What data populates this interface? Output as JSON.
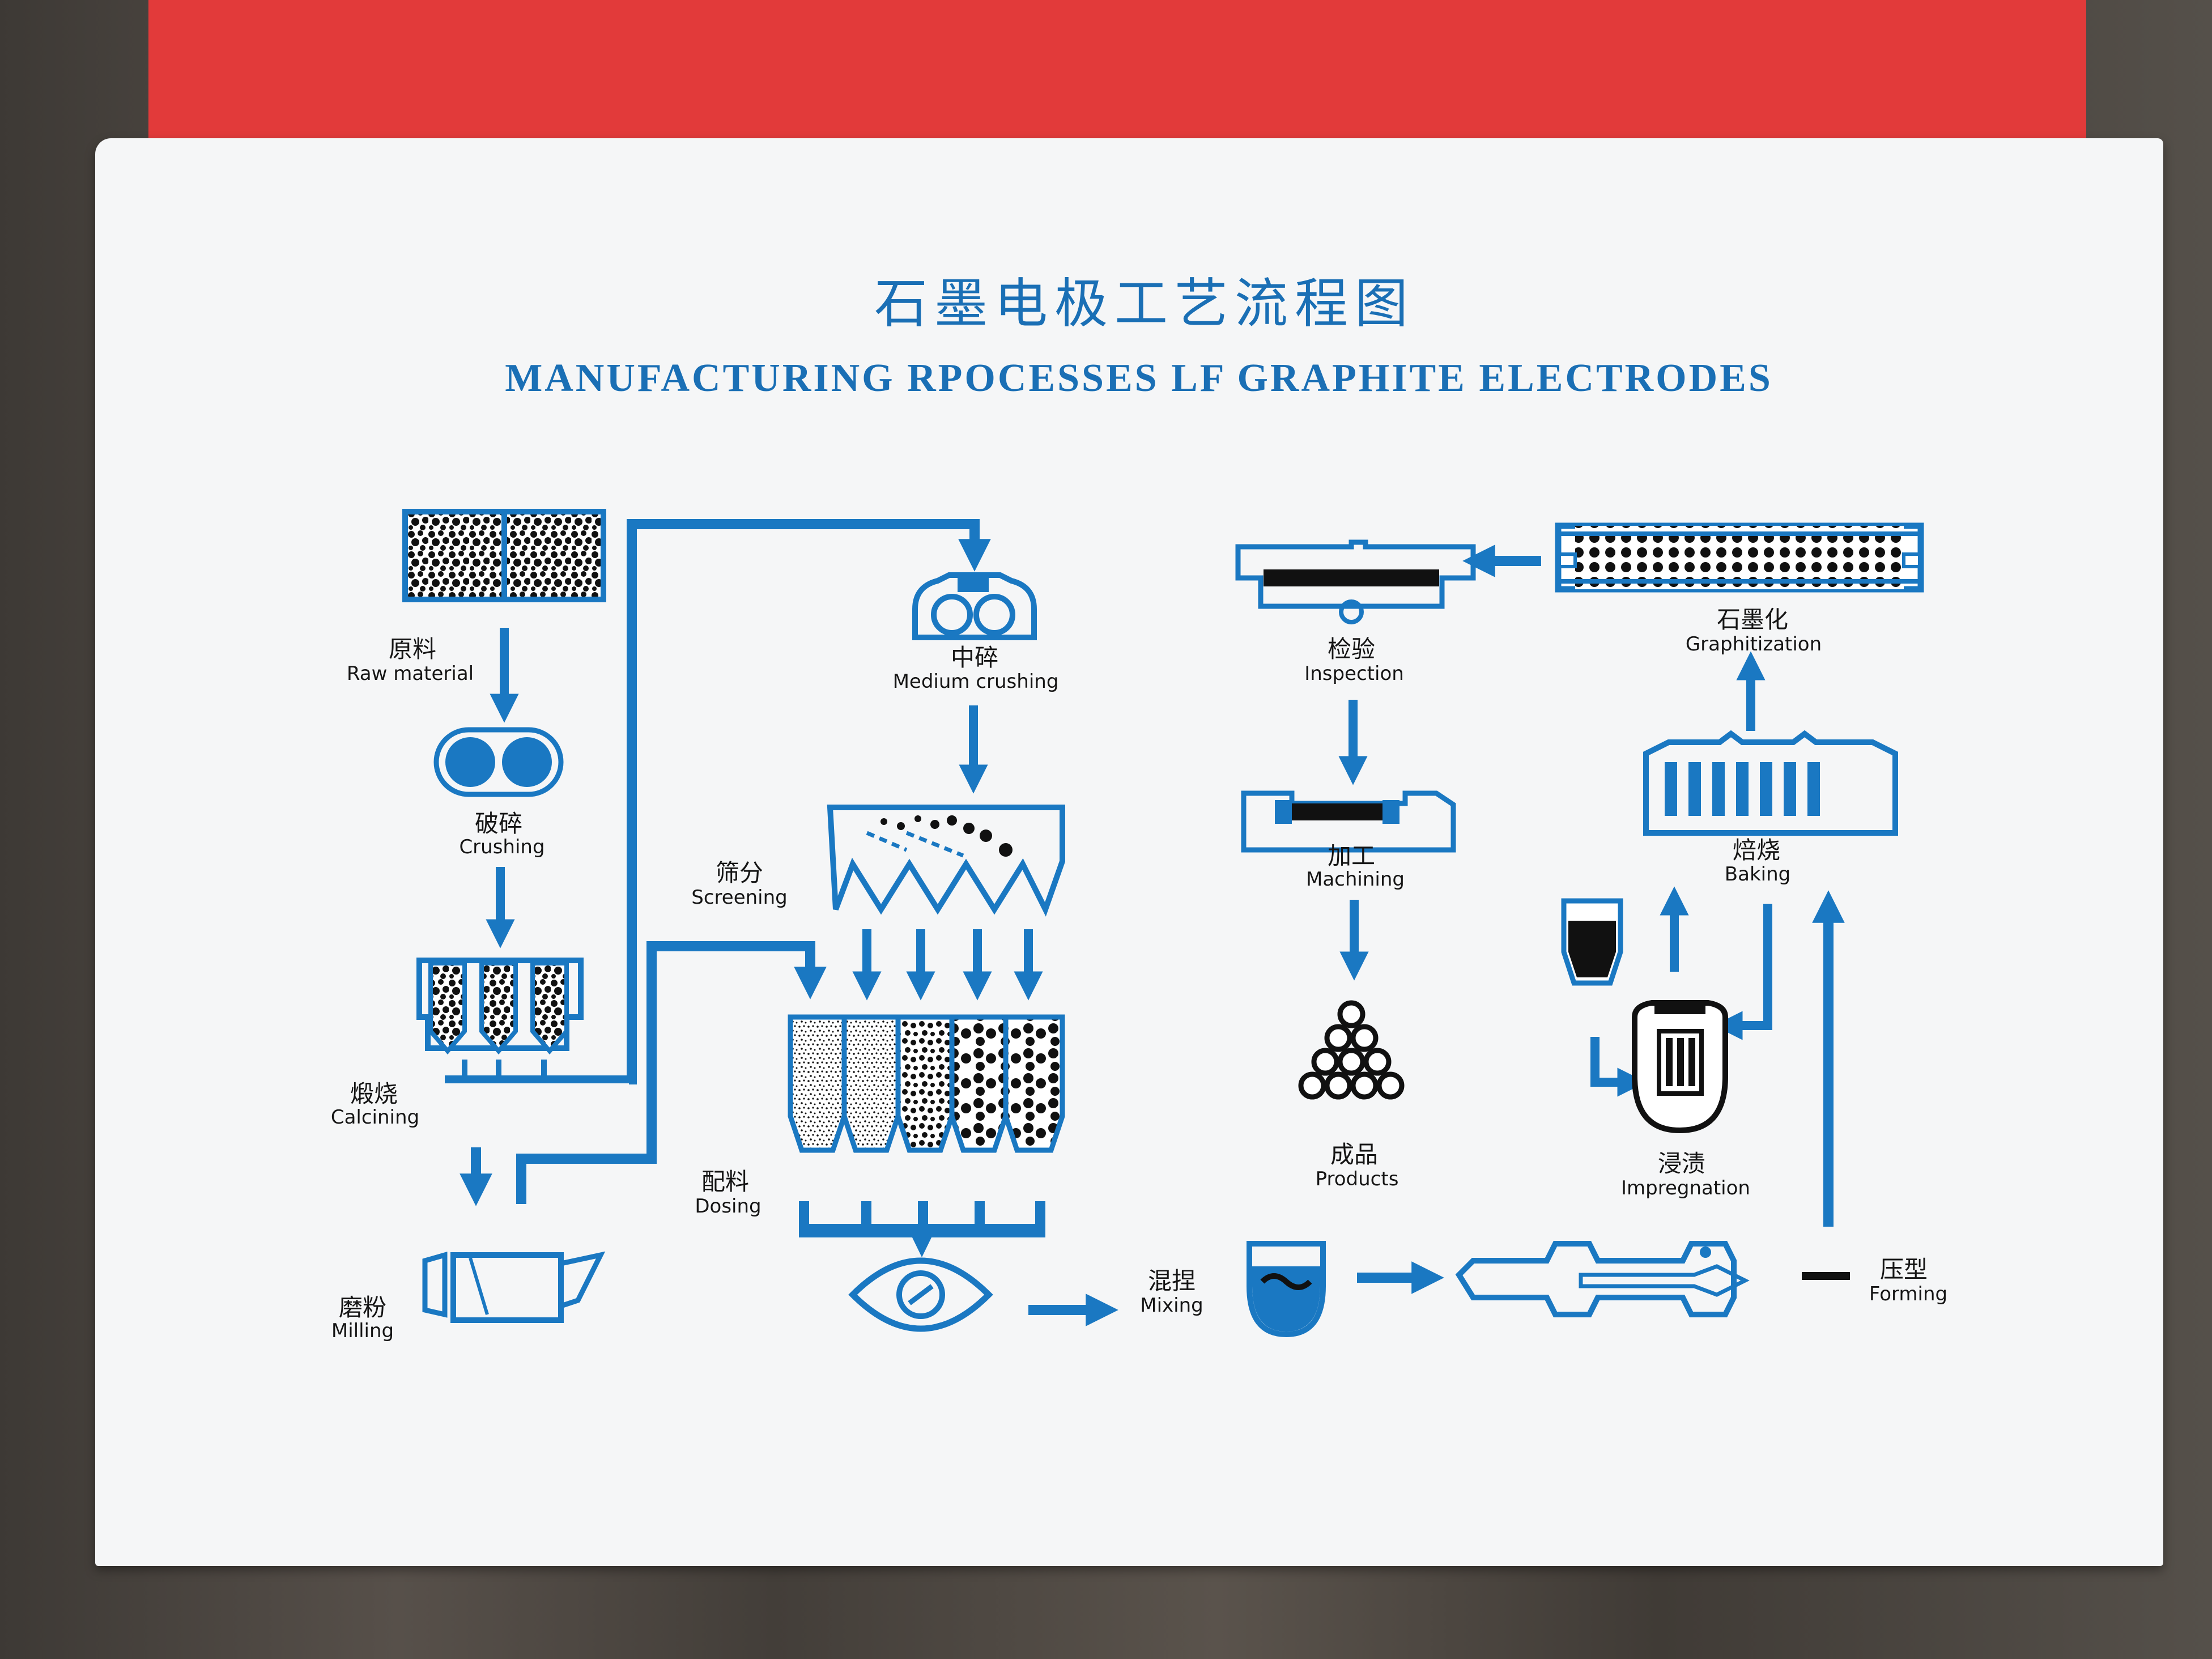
{
  "title": {
    "chinese": "石墨电极工艺流程图",
    "english": "MANUFACTURING RPOCESSES LF GRAPHITE ELECTRODES"
  },
  "colors": {
    "diagram_blue": "#1a78c2",
    "title_blue": "#1a6fb5",
    "label_black": "#151515",
    "paper": "#f5f6f7",
    "cover_red": "#e23a3a"
  },
  "steps": {
    "raw_material": {
      "cn": "原料",
      "en": "Raw material"
    },
    "crushing": {
      "cn": "破碎",
      "en": "Crushing"
    },
    "calcining": {
      "cn": "煅烧",
      "en": "Calcining"
    },
    "milling": {
      "cn": "磨粉",
      "en": "Milling"
    },
    "medium_crushing": {
      "cn": "中碎",
      "en": "Medium crushing"
    },
    "screening": {
      "cn": "筛分",
      "en": "Screening"
    },
    "dosing": {
      "cn": "配料",
      "en": "Dosing"
    },
    "mixing": {
      "cn": "混捏",
      "en": "Mixing"
    },
    "forming": {
      "cn": "压型",
      "en": "Forming"
    },
    "baking": {
      "cn": "焙烧",
      "en": "Baking"
    },
    "impregnation": {
      "cn": "浸渍",
      "en": "Impregnation"
    },
    "graphitization": {
      "cn": "石墨化",
      "en": "Graphitization"
    },
    "inspection": {
      "cn": "检验",
      "en": "Inspection"
    },
    "machining": {
      "cn": "加工",
      "en": "Machining"
    },
    "products": {
      "cn": "成品",
      "en": "Products"
    }
  }
}
